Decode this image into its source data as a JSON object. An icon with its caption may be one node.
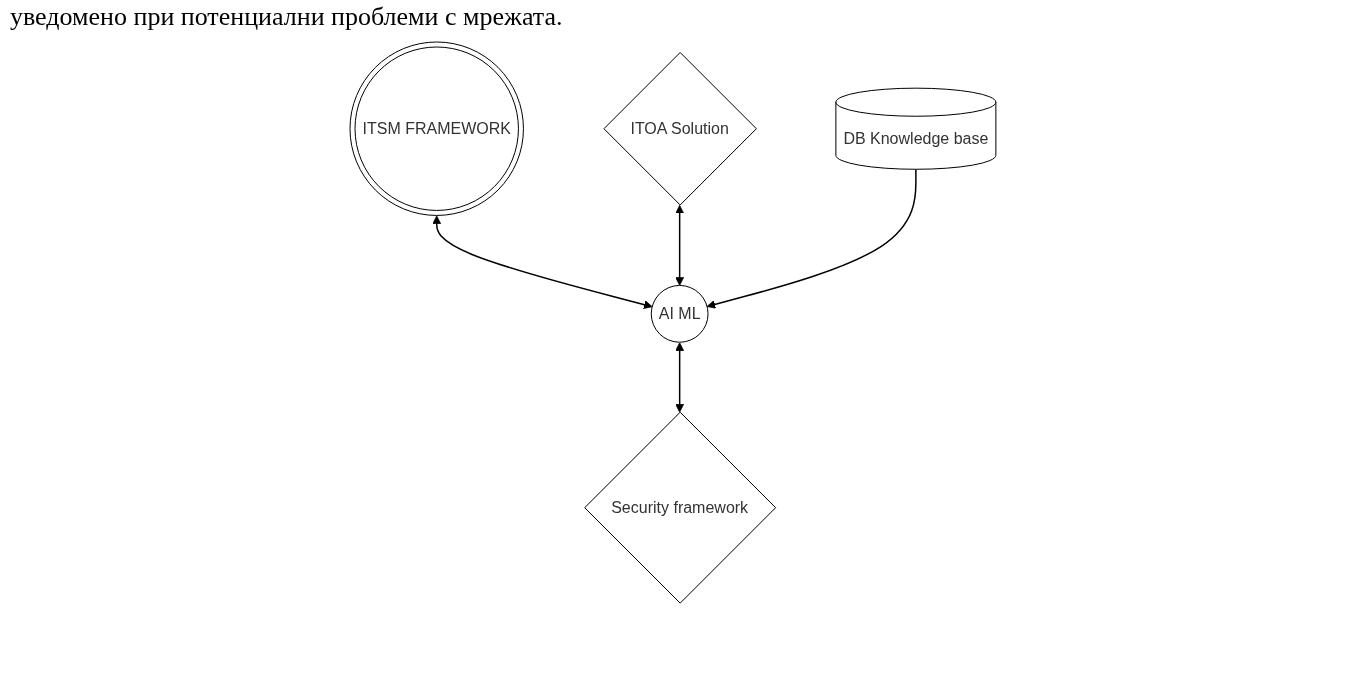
{
  "diagram": {
    "nodes": [
      {
        "text": [
          "ITSM FRAMEWORK"
        ]
      },
      {
        "text": [
          "ITOA Solution"
        ]
      },
      {
        "text": [
          "AI ML"
        ]
      },
      {
        "text": [
          "Security framework"
        ]
      },
      {
        "text": [
          "DB Knowledge base"
        ]
      }
    ],
    "edges": [
      {
        "from": 0,
        "to": 2,
        "arrow": "both"
      },
      {
        "from": 1,
        "to": 2,
        "arrow": "both"
      },
      {
        "from": 2,
        "to": 3,
        "arrow": "both"
      },
      {
        "from": 4,
        "to": 2,
        "arrow": "to"
      }
    ],
    "labels": [
      "уведомено при потенциални проблеми с мрежата."
    ]
  }
}
